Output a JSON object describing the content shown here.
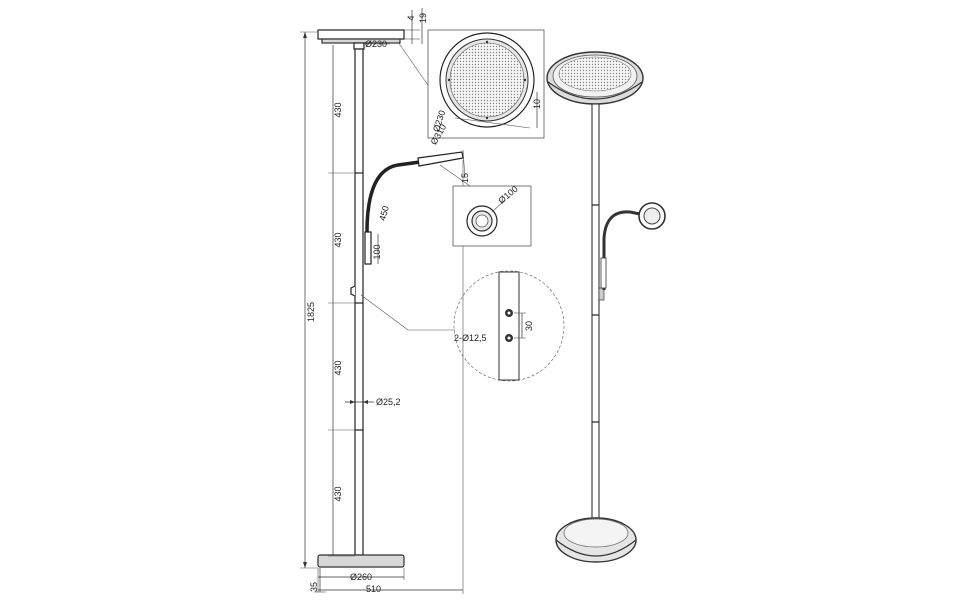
{
  "dimensions": {
    "top_disc_thickness": "4",
    "top_height": "19",
    "top_diameter": "Ø230",
    "segment_1": "430",
    "segment_2": "430",
    "segment_3": "430",
    "segment_4": "430",
    "total_height": "1825",
    "arm_length": "450",
    "arm_bottom": "100",
    "reading_head_offset": "15",
    "tube_diameter": "Ø25,2",
    "base_height": "35",
    "base_diameter": "Ø260",
    "total_width": "510"
  },
  "detail_top": {
    "inner_diameter": "Ø230",
    "outer_diameter": "Ø310",
    "rim": "10"
  },
  "detail_reading": {
    "diameter": "Ø100"
  },
  "detail_switch": {
    "holes": "2-Ø12,5",
    "spacing": "30"
  }
}
